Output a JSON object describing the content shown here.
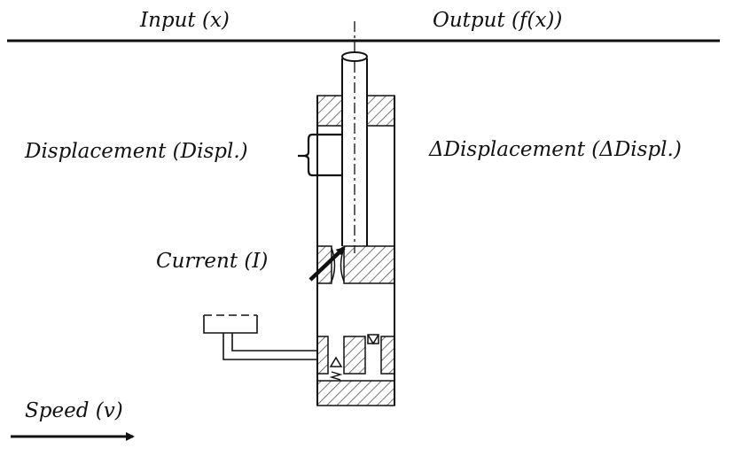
{
  "header": {
    "input_label": "Input (x)",
    "output_label": "Output (f(x))"
  },
  "labels": {
    "displacement": "Displacement (Displ.)",
    "delta_displacement": "ΔDisplacement (ΔDispl.)",
    "current": "Current (I)",
    "speed": "Speed (v)"
  },
  "colors": {
    "line": "#111111",
    "hatch": "#555555",
    "background": "#ffffff"
  }
}
